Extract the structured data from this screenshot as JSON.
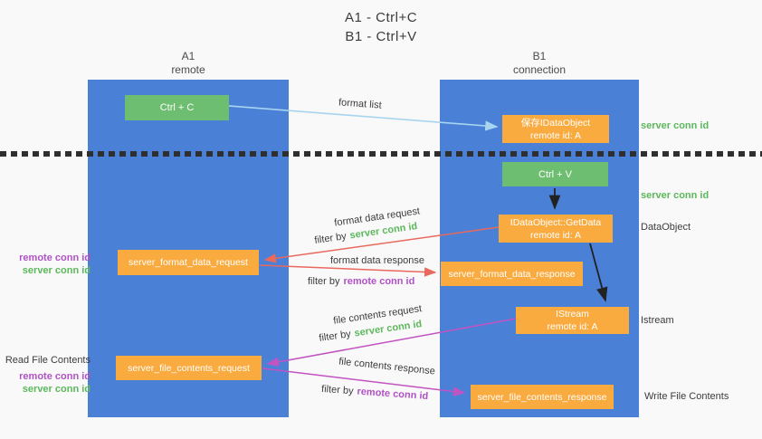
{
  "title": {
    "line1": "A1 - Ctrl+C",
    "line2": "B1 - Ctrl+V"
  },
  "lifelines": {
    "left": {
      "name": "A1",
      "role": "remote"
    },
    "right": {
      "name": "B1",
      "role": "connection"
    }
  },
  "boxes": {
    "ctrl_c": {
      "label": "Ctrl + C"
    },
    "ctrl_v": {
      "label": "Ctrl + V"
    },
    "save_dataobject": {
      "line1": "保存IDataObject",
      "line2": "remote id: A"
    },
    "getdata": {
      "line1": "IDataObject::GetData",
      "line2": "remote id: A"
    },
    "istream": {
      "line1": "IStream",
      "line2": "remote id: A"
    },
    "server_format_data_request": {
      "label": "server_format_data_request"
    },
    "server_format_data_response": {
      "label": "server_format_data_response"
    },
    "server_file_contents_request": {
      "label": "server_file_contents_request"
    },
    "server_file_contents_response": {
      "label": "server_file_contents_response"
    }
  },
  "arrow_labels": {
    "format_list": "format list",
    "format_data_request": "format data request",
    "format_data_response": "format data response",
    "file_contents_request": "file contents request",
    "file_contents_response": "file contents response",
    "filter_by": "filter by",
    "server_conn_id": "server conn id",
    "remote_conn_id": "remote conn id"
  },
  "side_labels": {
    "server_conn_id": "server conn id",
    "remote_conn_id": "remote conn id",
    "dataobject": "DataObject",
    "istream": "Istream",
    "read_file_contents": "Read File Contents",
    "write_file_contents": "Write File Contents"
  },
  "colors": {
    "lifeline_blue": "#4a80d6",
    "action_green": "#6ebe71",
    "message_orange": "#f9ab40",
    "arrow_red": "#e9695e",
    "arrow_magenta": "#c253c2",
    "arrow_light_blue": "#a9d4f0",
    "arrow_black": "#222222",
    "text_green": "#5cb85c",
    "text_purple": "#b052c5",
    "text_dark": "#3c3c3c"
  }
}
